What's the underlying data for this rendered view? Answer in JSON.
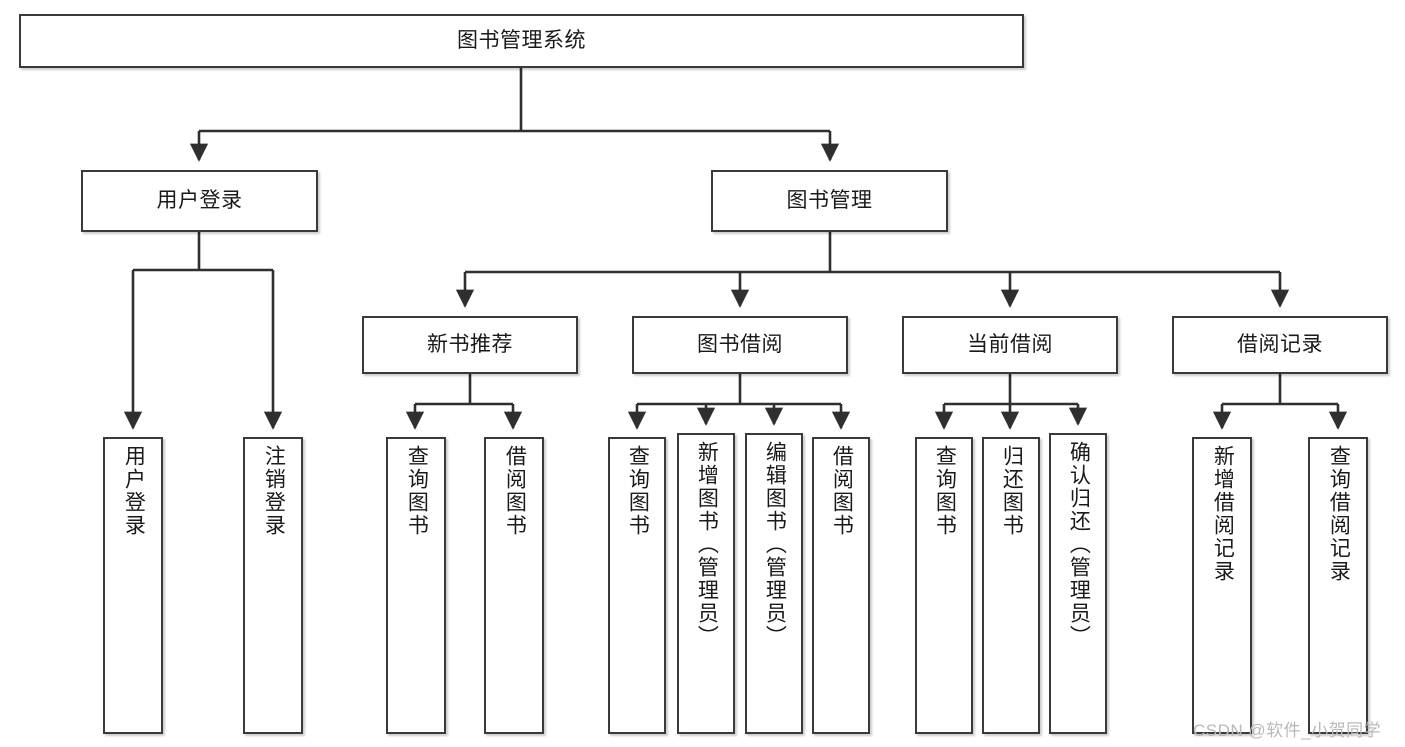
{
  "diagram": {
    "title": "图书管理系统",
    "type": "tree",
    "theme": {
      "border_color": "#3a3a3a",
      "fill_color": "#ffffff",
      "text_color": "#1a1a1a",
      "edge_color": "#3a3a3a",
      "watermark_color": "#b9b9b9"
    },
    "nodes": {
      "root": {
        "label": "图书管理系统"
      },
      "level2": [
        {
          "id": "user-login",
          "label": "用户登录"
        },
        {
          "id": "book-manage",
          "label": "图书管理"
        }
      ],
      "level3": [
        {
          "id": "new-book-recommend",
          "label": "新书推荐"
        },
        {
          "id": "book-borrow",
          "label": "图书借阅"
        },
        {
          "id": "current-borrow",
          "label": "当前借阅"
        },
        {
          "id": "borrow-record",
          "label": "借阅记录"
        }
      ],
      "leaves": {
        "user-login": [
          {
            "id": "leaf-user-login",
            "label": "用户登录"
          },
          {
            "id": "leaf-logout-login",
            "label": "注销登录"
          }
        ],
        "new-book-recommend": [
          {
            "id": "leaf-query-book-1",
            "label": "查询图书"
          },
          {
            "id": "leaf-borrow-book-1",
            "label": "借阅图书"
          }
        ],
        "book-borrow": [
          {
            "id": "leaf-query-book-2",
            "label": "查询图书"
          },
          {
            "id": "leaf-add-book",
            "label": "新增图书（管理员）"
          },
          {
            "id": "leaf-edit-book",
            "label": "编辑图书（管理员）"
          },
          {
            "id": "leaf-borrow-book-2",
            "label": "借阅图书"
          }
        ],
        "current-borrow": [
          {
            "id": "leaf-query-book-3",
            "label": "查询图书"
          },
          {
            "id": "leaf-return-book",
            "label": "归还图书"
          },
          {
            "id": "leaf-confirm-return",
            "label": "确认归还（管理员）"
          }
        ],
        "borrow-record": [
          {
            "id": "leaf-add-borrow-record",
            "label": "新增借阅记录"
          },
          {
            "id": "leaf-query-borrow-record",
            "label": "查询借阅记录"
          }
        ]
      }
    },
    "watermark": "CSDN @软件_小贺同学"
  }
}
